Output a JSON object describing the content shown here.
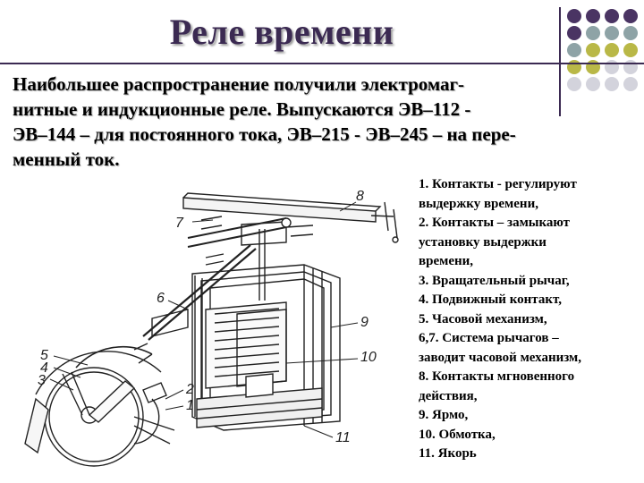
{
  "slide": {
    "title": "Реле времени",
    "intro_lines": [
      "Наибольшее распространение получили электромаг-",
      "нитные и индукционные реле. Выпускаются ЭВ–112 -",
      "ЭВ–144 – для постоянного тока, ЭВ–215 - ЭВ–245 – на пере-",
      "менный ток."
    ],
    "legend_lines": [
      "1.  Контакты - регулируют",
      "выдержку времени,",
      "2. Контакты – замыкают",
      "установку выдержки",
      "времени,",
      "3. Вращательный рычаг,",
      "4. Подвижный контакт,",
      "5. Часовой механизм,",
      "6,7. Система рычагов –",
      "заводит часовой механизм,",
      "8. Контакты мгновенного",
      "действия,",
      "9. Ярмо,",
      "10. Обмотка,",
      "11. Якорь"
    ]
  },
  "figure": {
    "callout_labels": [
      "8",
      "7",
      "6",
      "5",
      "4",
      "3",
      "2",
      "1",
      "9",
      "10",
      "11"
    ]
  },
  "colors": {
    "title": "#3b2a52",
    "dot_purple": "#4a3463",
    "dot_olive": "#b9b847",
    "dot_gray": "#8ea3a6",
    "dot_light": "#d3d3dc"
  }
}
